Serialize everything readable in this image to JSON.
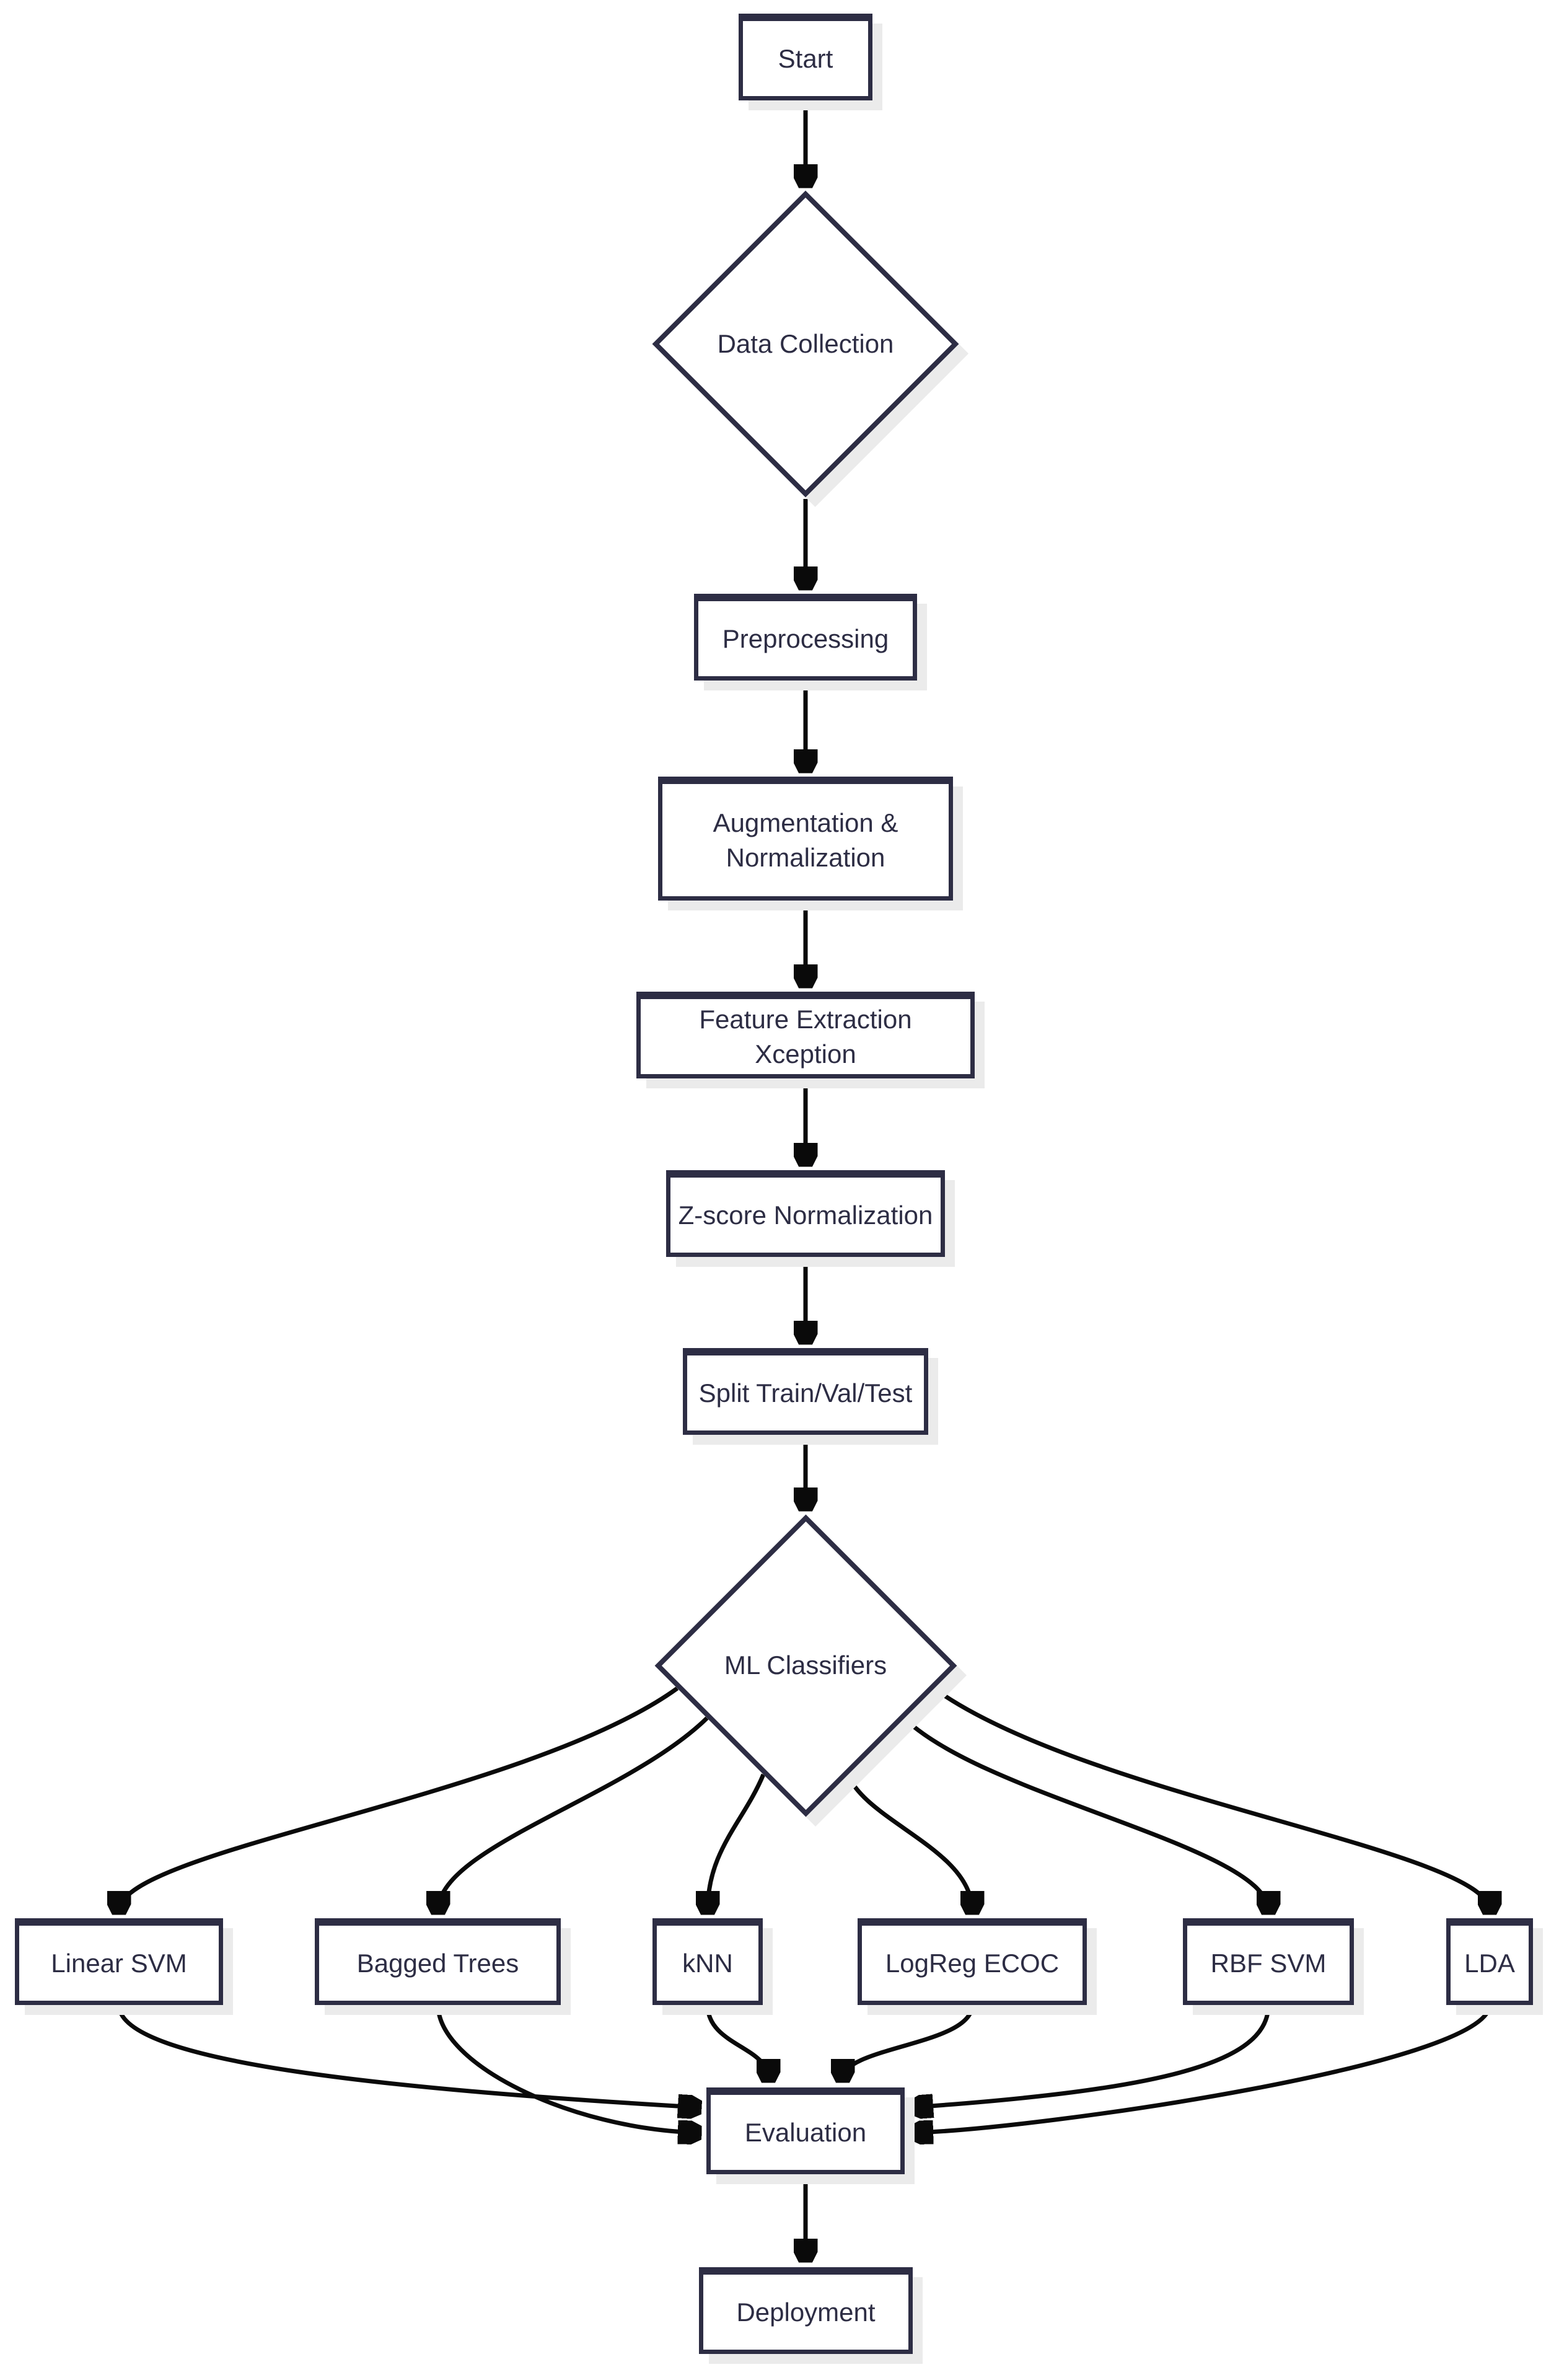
{
  "diagram_type": "flowchart",
  "colors": {
    "background": "#ffffff",
    "node_fill": "#ffffff",
    "node_border": "#2d2d44",
    "text": "#2d2d44",
    "edge": "#0a0a0a",
    "shadow": "#ebebeb"
  },
  "nodes": {
    "start": {
      "label": "Start",
      "shape": "rectangle"
    },
    "data_collection": {
      "label": "Data Collection",
      "shape": "diamond"
    },
    "preprocessing": {
      "label": "Preprocessing",
      "shape": "rectangle"
    },
    "augmentation_normalization": {
      "label": "Augmentation & Normalization",
      "shape": "rectangle"
    },
    "feature_extraction": {
      "label": "Feature Extraction Xception",
      "shape": "rectangle"
    },
    "zscore_normalization": {
      "label": "Z-score Normalization",
      "shape": "rectangle"
    },
    "split": {
      "label": "Split Train/Val/Test",
      "shape": "rectangle"
    },
    "ml_classifiers": {
      "label": "ML Classifiers",
      "shape": "diamond"
    },
    "linear_svm": {
      "label": "Linear SVM",
      "shape": "rectangle"
    },
    "bagged_trees": {
      "label": "Bagged Trees",
      "shape": "rectangle"
    },
    "knn": {
      "label": "kNN",
      "shape": "rectangle"
    },
    "logreg_ecoc": {
      "label": "LogReg ECOC",
      "shape": "rectangle"
    },
    "rbf_svm": {
      "label": "RBF SVM",
      "shape": "rectangle"
    },
    "lda": {
      "label": "LDA",
      "shape": "rectangle"
    },
    "evaluation": {
      "label": "Evaluation",
      "shape": "rectangle"
    },
    "deployment": {
      "label": "Deployment",
      "shape": "rectangle"
    }
  },
  "connections": [
    {
      "from": "Start",
      "to": "Data Collection"
    },
    {
      "from": "Data Collection",
      "to": "Preprocessing"
    },
    {
      "from": "Preprocessing",
      "to": "Augmentation & Normalization"
    },
    {
      "from": "Augmentation & Normalization",
      "to": "Feature Extraction Xception"
    },
    {
      "from": "Feature Extraction Xception",
      "to": "Z-score Normalization"
    },
    {
      "from": "Z-score Normalization",
      "to": "Split Train/Val/Test"
    },
    {
      "from": "Split Train/Val/Test",
      "to": "ML Classifiers"
    },
    {
      "from": "ML Classifiers",
      "to": "Linear SVM"
    },
    {
      "from": "ML Classifiers",
      "to": "Bagged Trees"
    },
    {
      "from": "ML Classifiers",
      "to": "kNN"
    },
    {
      "from": "ML Classifiers",
      "to": "LogReg ECOC"
    },
    {
      "from": "ML Classifiers",
      "to": "RBF SVM"
    },
    {
      "from": "ML Classifiers",
      "to": "LDA"
    },
    {
      "from": "Linear SVM",
      "to": "Evaluation"
    },
    {
      "from": "Bagged Trees",
      "to": "Evaluation"
    },
    {
      "from": "kNN",
      "to": "Evaluation"
    },
    {
      "from": "LogReg ECOC",
      "to": "Evaluation"
    },
    {
      "from": "RBF SVM",
      "to": "Evaluation"
    },
    {
      "from": "LDA",
      "to": "Evaluation"
    },
    {
      "from": "Evaluation",
      "to": "Deployment"
    }
  ]
}
